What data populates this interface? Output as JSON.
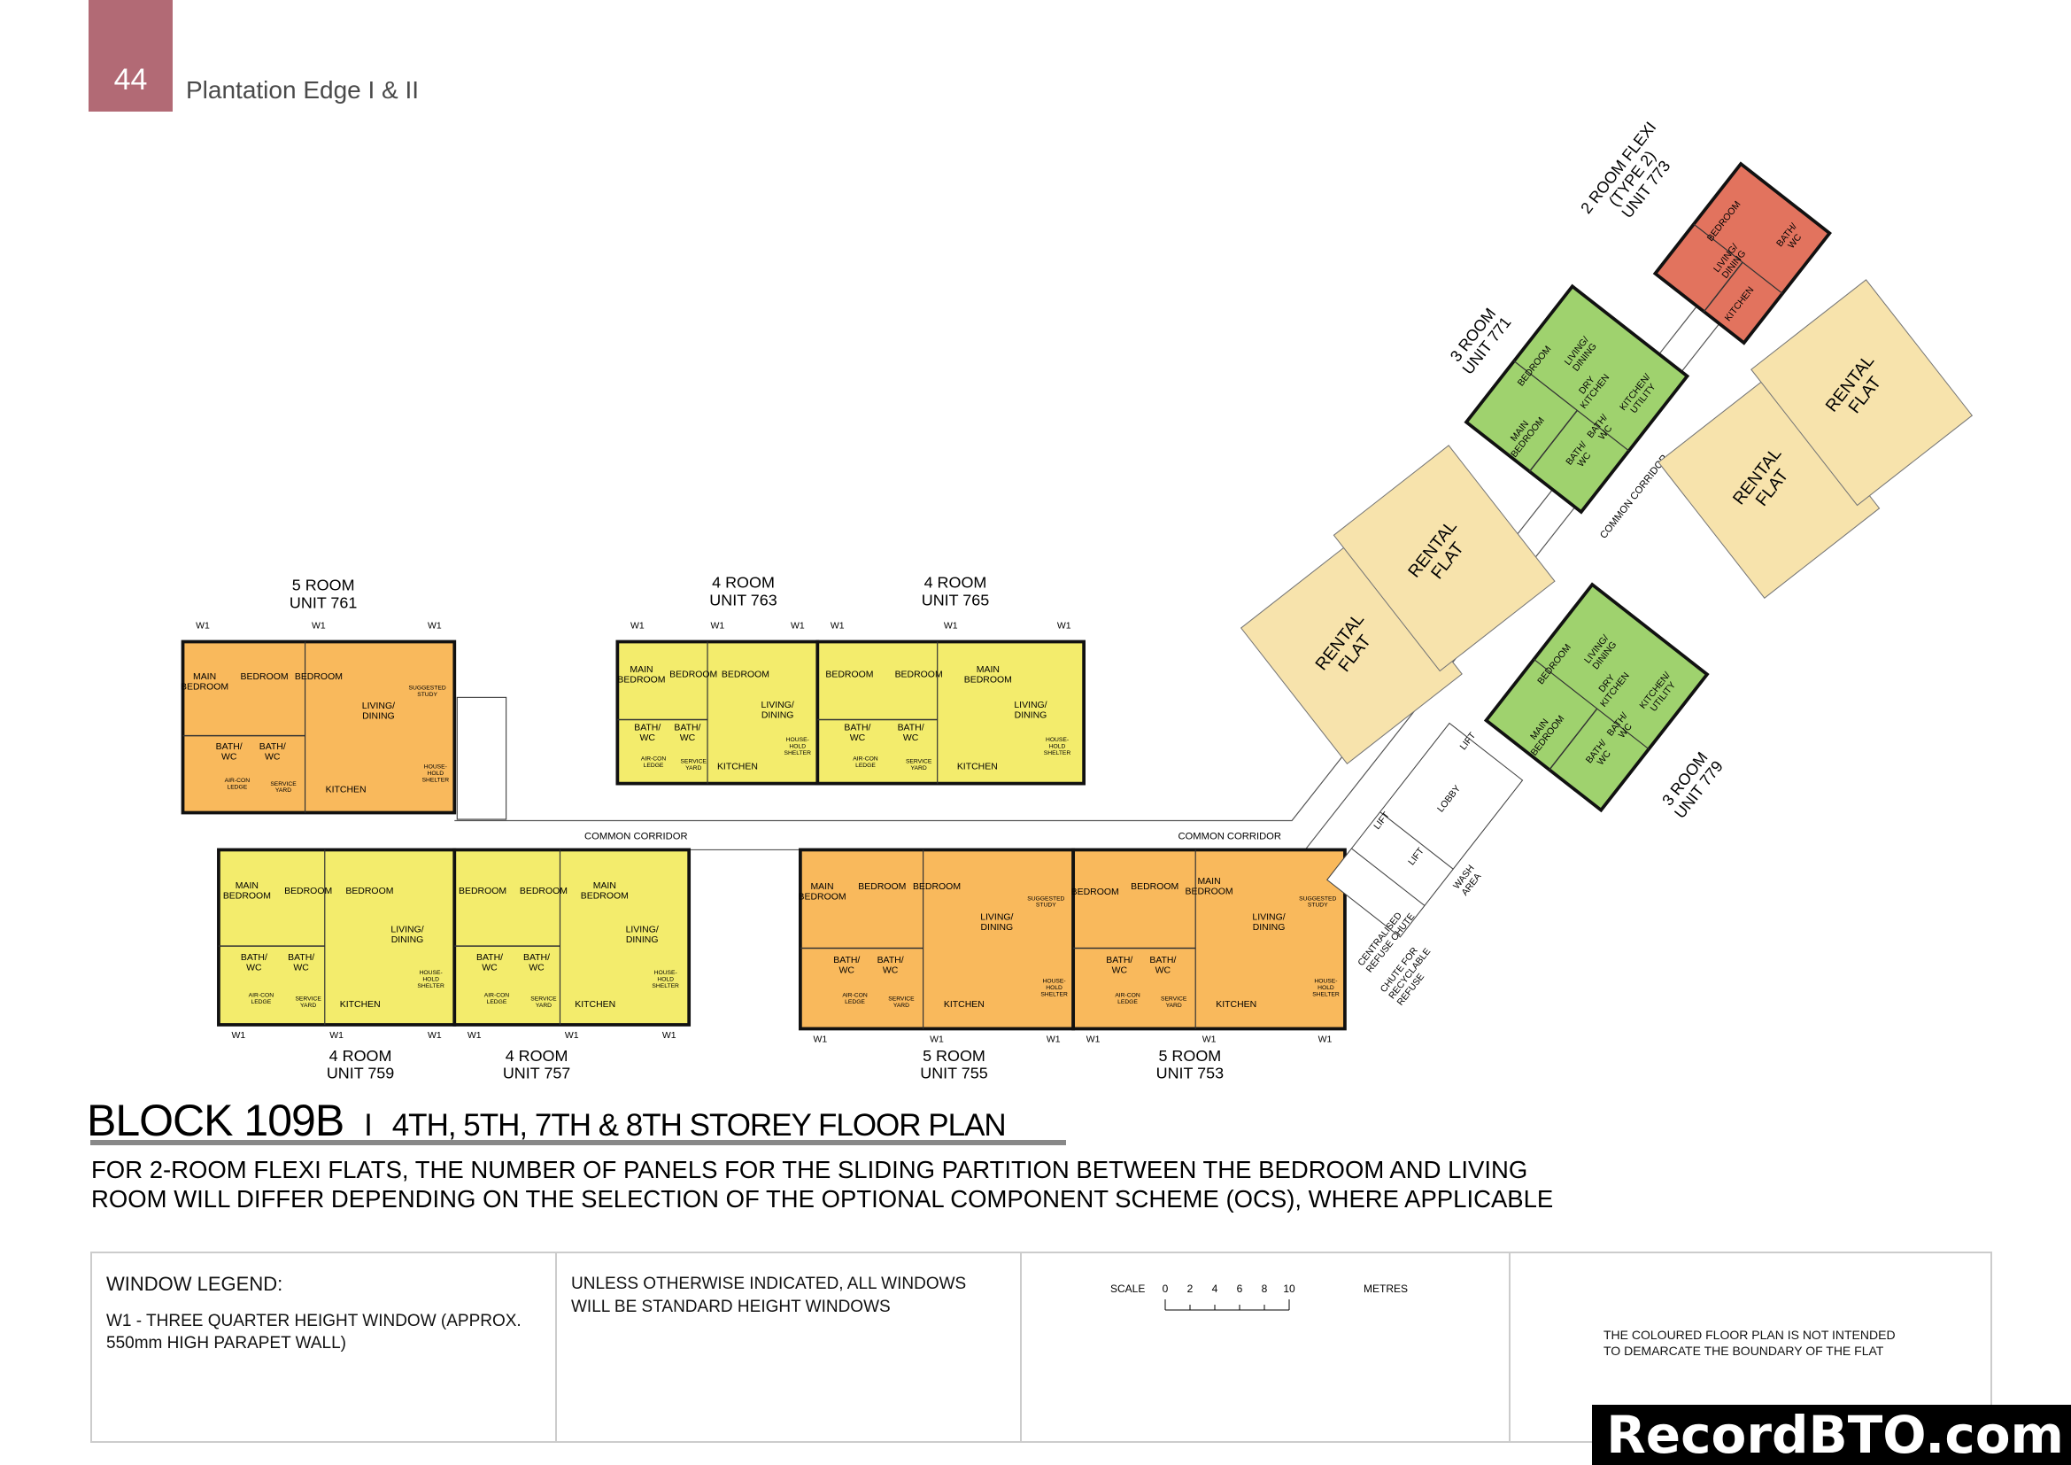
{
  "header": {
    "page_number": "44",
    "project": "Plantation Edge I & II"
  },
  "colors": {
    "five_room": "#F9B95C",
    "four_room": "#F3EC6C",
    "three_room": "#9FD26E",
    "two_room": "#E2735E",
    "rental": "#F7E3AC",
    "badge": "#B26A75"
  },
  "units": [
    {
      "type": "5 ROOM",
      "unit": "UNIT 761",
      "rooms": [
        "MAIN\nBEDROOM",
        "BEDROOM",
        "BEDROOM",
        "LIVING/\nDINING",
        "SUGGESTED\nSTUDY",
        "BATH/\nWC",
        "BATH/\nWC",
        "KITCHEN",
        "AIR-CON\nLEDGE",
        "SERVICE\nYARD",
        "HOUSE-\nHOLD\nSHELTER"
      ]
    },
    {
      "type": "4 ROOM",
      "unit": "UNIT 763",
      "rooms": [
        "MAIN\nBEDROOM",
        "BEDROOM",
        "BEDROOM",
        "LIVING/\nDINING",
        "BATH/\nWC",
        "BATH/\nWC",
        "KITCHEN",
        "AIR-CON\nLEDGE",
        "SERVICE\nYARD",
        "HOUSE-\nHOLD\nSHELTER"
      ]
    },
    {
      "type": "4 ROOM",
      "unit": "UNIT 765",
      "rooms": [
        "BEDROOM",
        "BEDROOM",
        "MAIN\nBEDROOM",
        "LIVING/\nDINING",
        "BATH/\nWC",
        "BATH/\nWC",
        "KITCHEN",
        "AIR-CON\nLEDGE",
        "SERVICE\nYARD",
        "HOUSE-\nHOLD\nSHELTER"
      ]
    },
    {
      "type": "4 ROOM",
      "unit": "UNIT 759",
      "rooms": [
        "MAIN\nBEDROOM",
        "BEDROOM",
        "BEDROOM",
        "LIVING/\nDINING",
        "BATH/\nWC",
        "BATH/\nWC",
        "KITCHEN",
        "AIR-CON\nLEDGE",
        "SERVICE\nYARD",
        "HOUSE-\nHOLD\nSHELTER"
      ]
    },
    {
      "type": "4 ROOM",
      "unit": "UNIT 757",
      "rooms": [
        "BEDROOM",
        "BEDROOM",
        "MAIN\nBEDROOM",
        "LIVING/\nDINING",
        "BATH/\nWC",
        "BATH/\nWC",
        "KITCHEN",
        "AIR-CON\nLEDGE",
        "SERVICE\nYARD",
        "HOUSE-\nHOLD\nSHELTER"
      ]
    },
    {
      "type": "5 ROOM",
      "unit": "UNIT 755",
      "rooms": [
        "MAIN\nBEDROOM",
        "BEDROOM",
        "BEDROOM",
        "LIVING/\nDINING",
        "SUGGESTED\nSTUDY",
        "BATH/\nWC",
        "BATH/\nWC",
        "KITCHEN",
        "AIR-CON\nLEDGE",
        "SERVICE\nYARD",
        "HOUSE-\nHOLD\nSHELTER"
      ]
    },
    {
      "type": "5 ROOM",
      "unit": "UNIT 753",
      "rooms": [
        "BEDROOM",
        "BEDROOM",
        "MAIN\nBEDROOM",
        "LIVING/\nDINING",
        "SUGGESTED\nSTUDY",
        "BATH/\nWC",
        "BATH/\nWC",
        "KITCHEN",
        "AIR-CON\nLEDGE",
        "SERVICE\nYARD",
        "HOUSE-\nHOLD\nSHELTER"
      ]
    },
    {
      "type": "3 ROOM",
      "unit": "UNIT 771",
      "rooms": [
        "MAIN\nBEDROOM",
        "BEDROOM",
        "LIVING/\nDINING",
        "BATH/\nWC",
        "BATH/\nWC",
        "DRY\nKITCHEN",
        "KITCHEN/\nUTILITY"
      ]
    },
    {
      "type": "3 ROOM",
      "unit": "UNIT 779",
      "rooms": [
        "MAIN\nBEDROOM",
        "BEDROOM",
        "LIVING/\nDINING",
        "BATH/\nWC",
        "BATH/\nWC",
        "DRY\nKITCHEN",
        "KITCHEN/\nUTILITY"
      ]
    },
    {
      "type": "2 ROOM FLEXI\n(TYPE 2)",
      "unit": "UNIT 773",
      "rooms": [
        "BEDROOM",
        "LIVING/\nDINING",
        "KITCHEN",
        "BATH/\nWC"
      ]
    }
  ],
  "rental_label": "RENTAL\nFLAT",
  "window_tag": "W1",
  "corridor_label": "COMMON CORRIDOR",
  "core": {
    "lift": "LIFT",
    "lobby": "LOBBY",
    "wash": "WASH\nAREA",
    "refuse": "CENTRALISED\nREFUSE CHUTE",
    "recycle": "CHUTE FOR\nRECYCLABLE\nREFUSE"
  },
  "title": {
    "block": "BLOCK 109B",
    "separator": "I",
    "storeys": "4TH, 5TH, 7TH & 8TH STOREY FLOOR PLAN"
  },
  "note": [
    "FOR 2-ROOM FLEXI FLATS, THE NUMBER OF PANELS FOR THE SLIDING PARTITION BETWEEN THE BEDROOM AND LIVING",
    "ROOM WILL DIFFER DEPENDING ON THE SELECTION OF THE OPTIONAL COMPONENT SCHEME (OCS), WHERE APPLICABLE"
  ],
  "legend": {
    "heading": "WINDOW LEGEND:",
    "w1": "W1  -  THREE QUARTER HEIGHT WINDOW (APPROX. 550mm HIGH PARAPET WALL)",
    "windows_note": "UNLESS OTHERWISE INDICATED,  ALL WINDOWS WILL BE STANDARD HEIGHT WINDOWS",
    "scale_label": "SCALE",
    "scale_ticks": [
      "0",
      "2",
      "4",
      "6",
      "8",
      "10"
    ],
    "scale_unit": "METRES",
    "disclaimer": "THE COLOURED FLOOR PLAN IS NOT INTENDED TO DEMARCATE THE BOUNDARY OF THE FLAT"
  },
  "watermark": "RecordBTO.com"
}
